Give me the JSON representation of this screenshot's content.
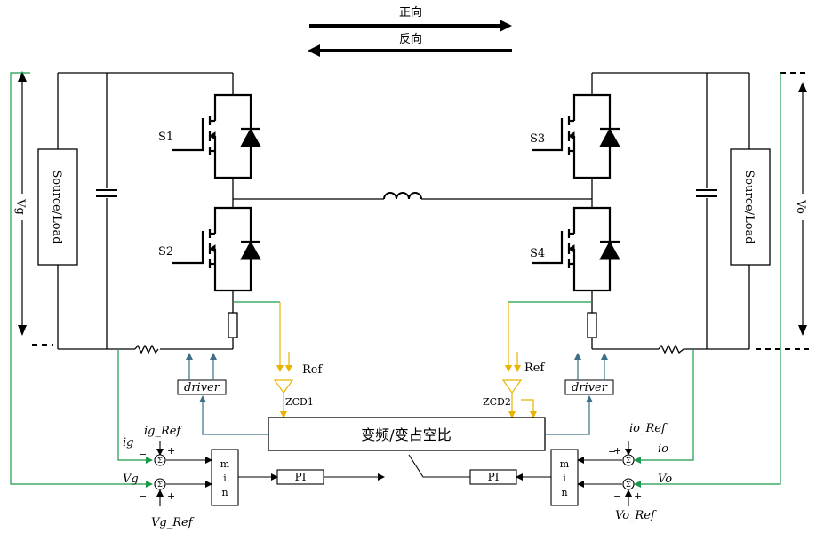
{
  "direction": {
    "forward": "正向",
    "reverse": "反向"
  },
  "left": {
    "block": "Source/Load",
    "voltage": "Vg",
    "switch_top": "S1",
    "switch_bottom": "S2",
    "zcd": "ZCD1",
    "ref": "Ref",
    "driver": "driver",
    "current_signal": "ig",
    "current_ref": "ig_Ref",
    "voltage_signal": "Vg",
    "voltage_ref": "Vg_Ref",
    "min": [
      "m",
      "i",
      "n"
    ],
    "pi": "PI"
  },
  "right": {
    "block": "Source/Load",
    "voltage": "Vo",
    "switch_top": "S3",
    "switch_bottom": "S4",
    "zcd": "ZCD2",
    "ref": "Ref",
    "driver": "driver",
    "current_signal": "io",
    "current_ref": "io_Ref",
    "voltage_signal": "Vo",
    "voltage_ref": "Vo_Ref",
    "min": [
      "m",
      "i",
      "n"
    ],
    "pi": "PI"
  },
  "controller": "变频/变占空比",
  "sum_symbol": "Σ",
  "signs": {
    "plus": "+",
    "minus": "−"
  },
  "colors": {
    "signal": "#1a9a4a",
    "zcd": "#e8b400",
    "gate": "#3b6f86",
    "power": "#000000"
  }
}
